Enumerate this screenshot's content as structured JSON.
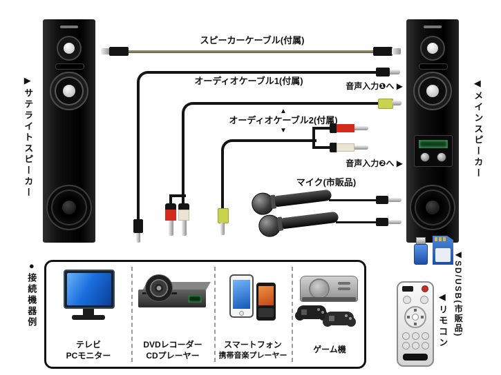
{
  "labels": {
    "satellite_speaker": "▶サテライトスピーカー",
    "main_speaker": "◀メインスピーカー",
    "speaker_cable": "スピーカーケーブル(付属)",
    "audio_cable1": "オーディオケーブル1(付属)",
    "audio_input1": "音声入力❶へ ▶",
    "audio_cable2": "オーディオケーブル2(付属)",
    "arrow_up": "▲",
    "arrow_down": "▼",
    "audio_input2": "音声入力❷へ ▶",
    "mic": "マイク(市販品)",
    "sd_usb": "◀SD/USB(市販品)",
    "remote": "◀リモコン"
  },
  "devices_panel": {
    "title": "●接続機器例",
    "items": [
      {
        "line1": "テレビ",
        "line2": "PCモニター"
      },
      {
        "line1": "DVDレコーダー",
        "line2": "CDプレーヤー"
      },
      {
        "line1": "スマートフォン",
        "line2": "携帯音楽プレーヤー"
      },
      {
        "line1": "ゲーム機"
      }
    ]
  },
  "colors": {
    "cable": "#141414",
    "speaker_cable": "#8d7f5f",
    "rca_red": "#d42a1e",
    "rca_white": "#ece5d4",
    "plug_yellow": "#c8d44e",
    "screen_blue": "#1b6fe0",
    "sd_usb_blue": "#2f6ec4"
  }
}
